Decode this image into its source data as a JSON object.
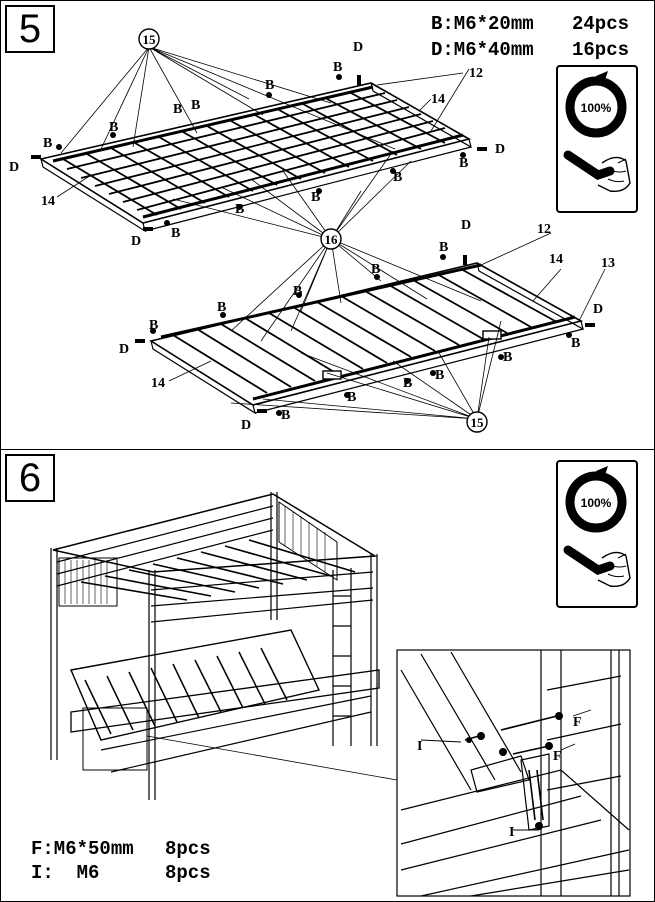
{
  "step5": {
    "number": "5",
    "specs": [
      {
        "part": "B:M6*20mm",
        "qty": "24pcs"
      },
      {
        "part": "D:M6*40mm",
        "qty": "16pcs"
      }
    ],
    "torque": "100%",
    "callouts": {
      "circle15": "15",
      "circle16": "16",
      "b": "B",
      "d": "D",
      "n12": "12",
      "n13": "13",
      "n14": "14"
    }
  },
  "step6": {
    "number": "6",
    "specs": [
      {
        "part": "F:M6*50mm",
        "qty": "8pcs"
      },
      {
        "part": "I:  M6",
        "qty": "8pcs"
      }
    ],
    "torque": "100%",
    "callouts": {
      "f": "F",
      "i": "I"
    }
  }
}
